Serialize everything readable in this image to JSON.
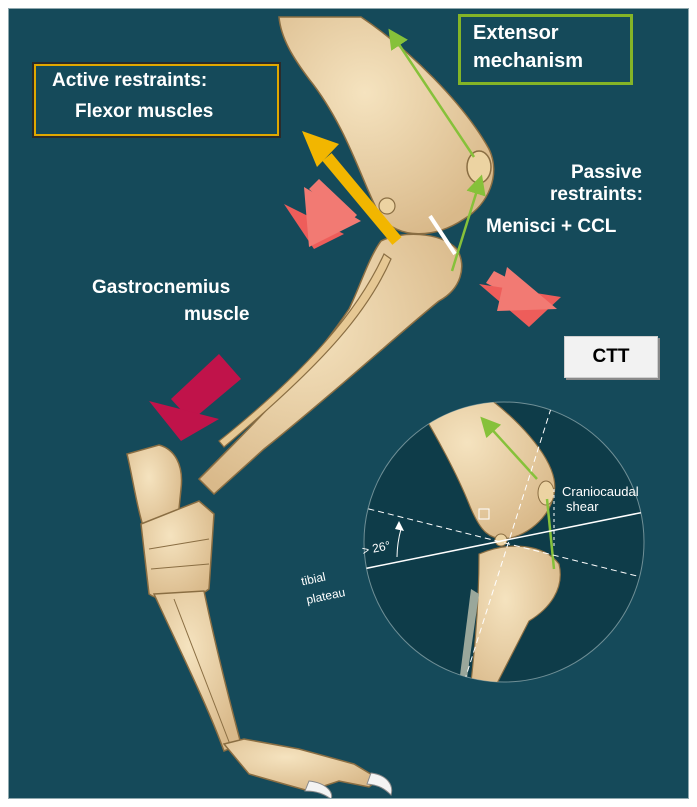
{
  "labels": {
    "active_restraints_line1": "Active restraints:",
    "active_restraints_line2": "Flexor muscles",
    "extensor_line1": "Extensor",
    "extensor_line2": "mechanism",
    "passive_line1": "Passive",
    "passive_line2": "restraints:",
    "passive_line3": "Menisci + CCL",
    "gastrocnemius_line1": "Gastrocnemius",
    "gastrocnemius_line2": "muscle",
    "ctt": "CTT"
  },
  "inset": {
    "craniocaudal_line1": "Craniocaudal",
    "craniocaudal_line2": "shear",
    "angle": "> 26°",
    "tibial_line1": "tibial",
    "tibial_line2": "plateau"
  },
  "colors": {
    "background": "#154a5a",
    "bone": "#ecd3a2",
    "bone_outline": "#8a6e43",
    "flexor_arrow": "#f2b600",
    "extensor_line": "#86c13a",
    "force_arrow": "#f27a73",
    "gastrocnemius_arrow": "#c0134a"
  },
  "icons": {
    "flexor": "arrow-up-left-icon",
    "extensor": "arrow-line-icon",
    "force": "arrow-down-right-icon",
    "gastrocnemius": "arrow-down-left-icon"
  }
}
